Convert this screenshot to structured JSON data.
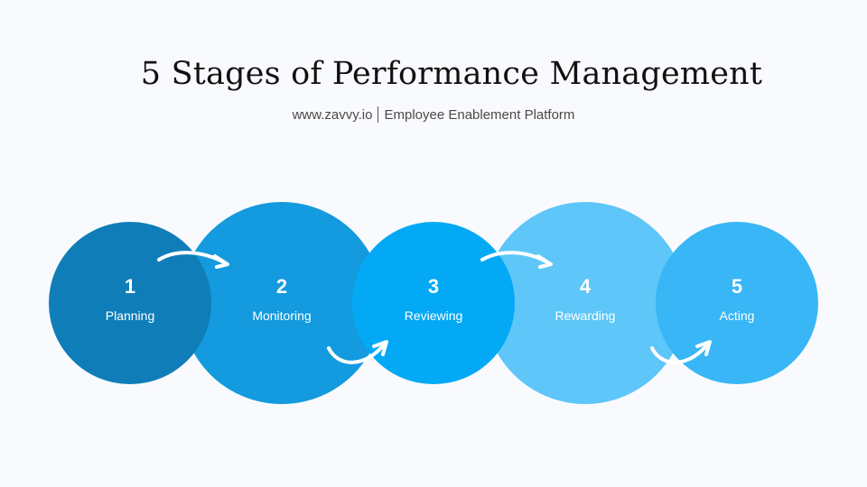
{
  "header": {
    "title": "5 Stages of Performance Management",
    "site": "www.zavvy.io",
    "tagline": "Employee Enablement Platform"
  },
  "colors": {
    "background": "#f9fafd",
    "stage1": "#0f7eb8",
    "stage2": "#149ade",
    "stage3": "#03a9f4",
    "stage4": "#5ec6f8",
    "stage5": "#38b6f6"
  },
  "stages": [
    {
      "number": "1",
      "label": "Planning"
    },
    {
      "number": "2",
      "label": "Monitoring"
    },
    {
      "number": "3",
      "label": "Reviewing"
    },
    {
      "number": "4",
      "label": "Rewarding"
    },
    {
      "number": "5",
      "label": "Acting"
    }
  ],
  "icons": [
    "curved-arrow-icon"
  ]
}
